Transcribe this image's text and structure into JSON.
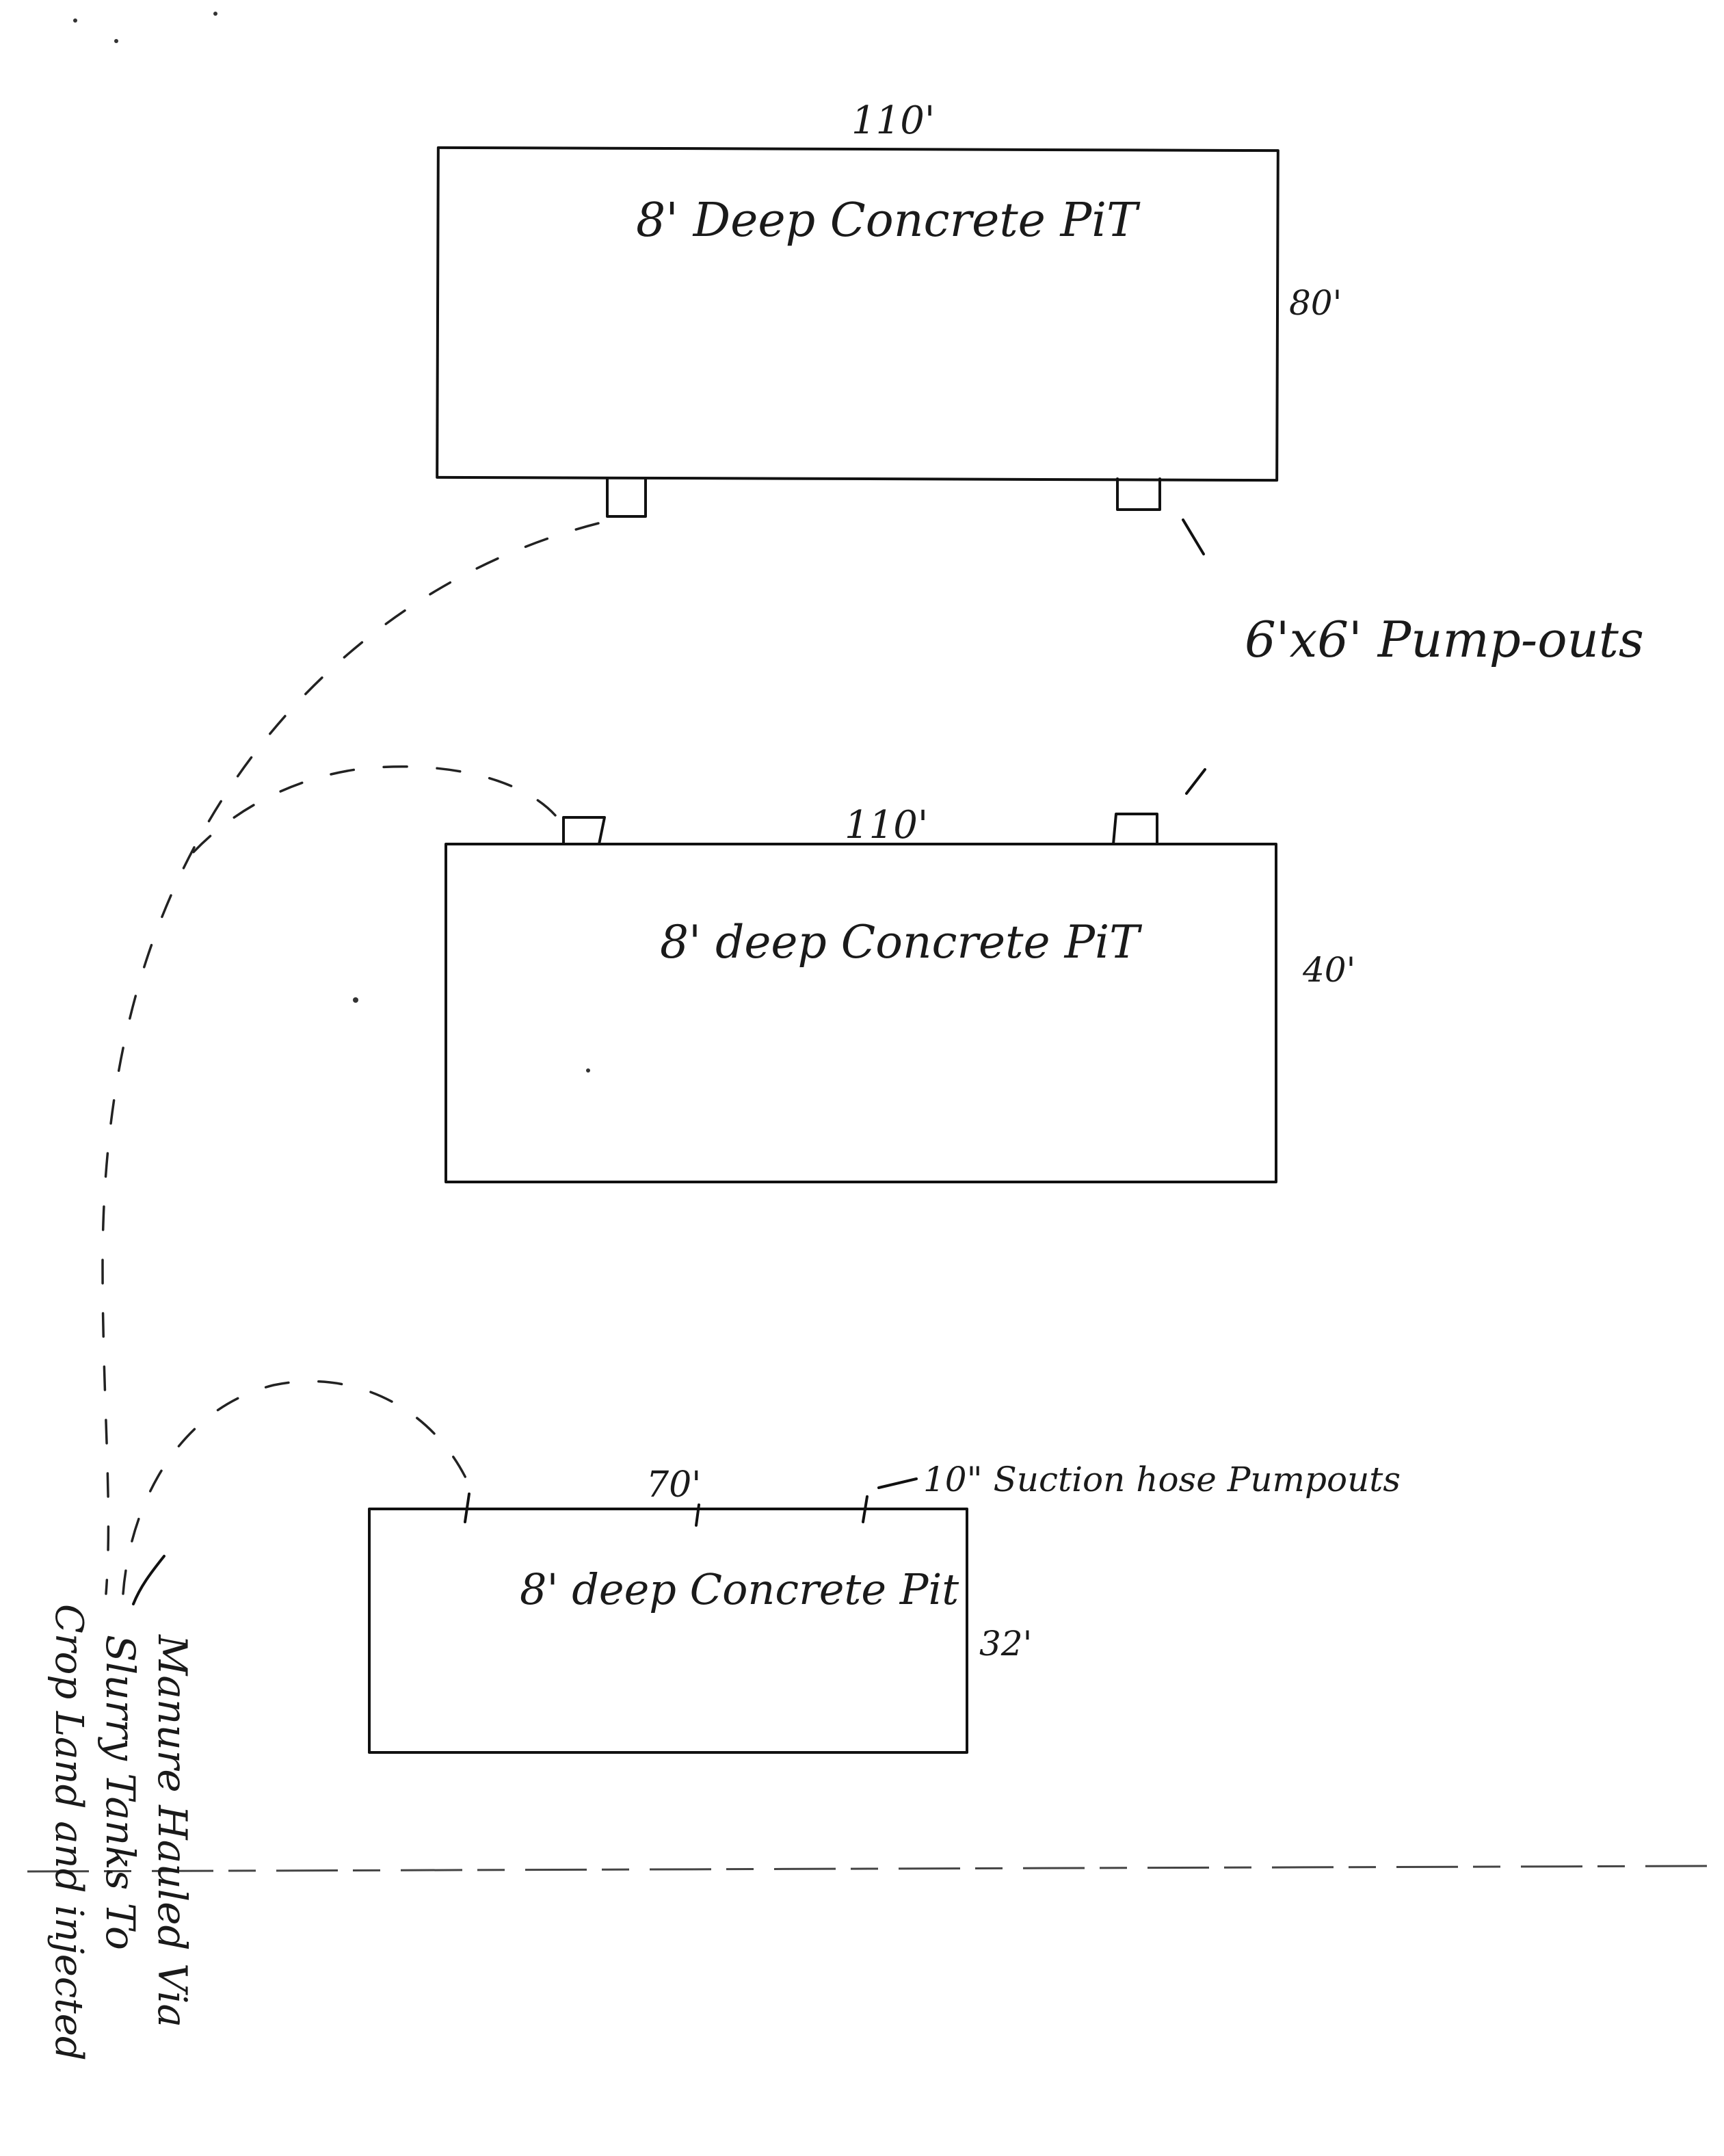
{
  "pits": [
    {
      "id": "top",
      "width": "110'",
      "depth_dim": "80'",
      "label": "8' Deep Concrete PiT"
    },
    {
      "id": "middle",
      "width": "110'",
      "depth_dim": "40'",
      "label": "8' deep Concrete PiT"
    },
    {
      "id": "bottom",
      "width": "70'",
      "depth_dim": "32'",
      "label": "8' deep Concrete Pit"
    }
  ],
  "pumpouts_label": "6'x6' Pump-outs",
  "suction_label": "10\" Suction hose Pumpouts",
  "side_note": {
    "line1": "Manure Hauled Via",
    "line2": "Slurry Tanks To",
    "line3": "Crop Land and injected"
  }
}
